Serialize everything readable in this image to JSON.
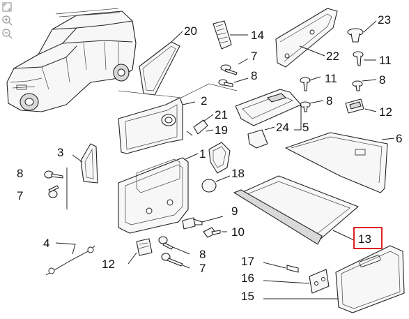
{
  "toolbar": {
    "tools": [
      {
        "name": "expand-icon"
      },
      {
        "name": "zoom-in-icon"
      },
      {
        "name": "zoom-out-icon"
      }
    ]
  },
  "callouts": {
    "c20": "20",
    "c14": "14",
    "c23": "23",
    "c7a": "7",
    "c22": "22",
    "c11a": "11",
    "c8a": "8",
    "c11b": "11",
    "c8b": "8",
    "c2": "2",
    "c21": "21",
    "c8c": "8",
    "c12a": "12",
    "c19": "19",
    "c24": "24",
    "c5": "5",
    "c6": "6",
    "c3": "3",
    "c1": "1",
    "c8d": "8",
    "c18": "18",
    "c7b": "7",
    "c9": "9",
    "c10": "10",
    "c13": "13",
    "c4": "4",
    "c8e": "8",
    "c12b": "12",
    "c7c": "7",
    "c17": "17",
    "c16": "16",
    "c15": "15"
  },
  "highlight": {
    "callout": "13",
    "color": "#e02020"
  }
}
